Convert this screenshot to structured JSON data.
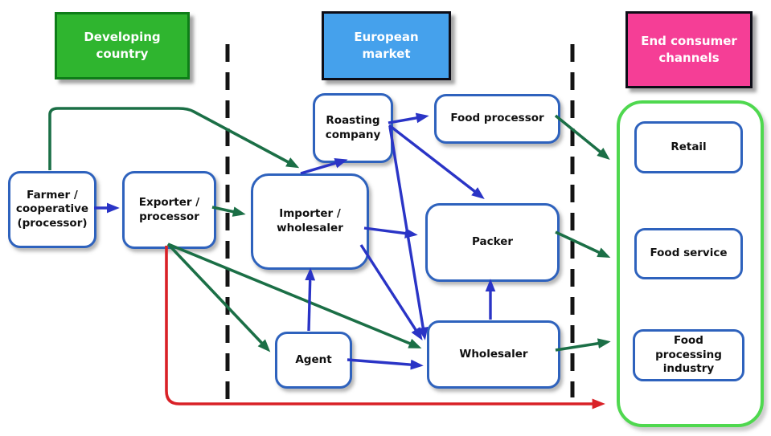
{
  "headers": {
    "developing": {
      "label": "Developing\ncountry",
      "fill": "#2fb52f",
      "border": "#0e7d18",
      "text_color": "#ffffff"
    },
    "european": {
      "label": "European\nmarket",
      "fill": "#45a1ec",
      "border": "#0d0d17",
      "text_color": "#ffffff"
    },
    "consumer": {
      "label": "End consumer\nchannels",
      "fill": "#f53e96",
      "border": "#0d0d17",
      "text_color": "#ffffff"
    }
  },
  "nodes": {
    "farmer": {
      "label": "Farmer /\ncooperative\n(processor)"
    },
    "exporter": {
      "label": "Exporter /\nprocessor"
    },
    "importer": {
      "label": "Importer /\nwholesaler"
    },
    "roasting": {
      "label": "Roasting\ncompany"
    },
    "food_processor": {
      "label": "Food processor"
    },
    "packer": {
      "label": "Packer"
    },
    "agent": {
      "label": "Agent"
    },
    "wholesaler": {
      "label": "Wholesaler"
    },
    "retail": {
      "label": "Retail"
    },
    "food_service": {
      "label": "Food service"
    },
    "food_processing_industry": {
      "label": "Food\nprocessing\nindustry"
    }
  },
  "colors": {
    "node_border": "#2e62bd",
    "flow_blue": "#2a34c6",
    "flow_green": "#1b6f46",
    "flow_red": "#d92127",
    "section_divider": "#141414",
    "consumer_container_border": "#4fd84f"
  },
  "edges": [
    {
      "from": "farmer",
      "to": "exporter",
      "color": "blue"
    },
    {
      "from": "farmer",
      "to": "importer",
      "color": "green"
    },
    {
      "from": "exporter",
      "to": "importer",
      "color": "green"
    },
    {
      "from": "exporter",
      "to": "agent",
      "color": "green"
    },
    {
      "from": "exporter",
      "to": "wholesaler",
      "color": "green"
    },
    {
      "from": "exporter",
      "to": "end_consumer_channels",
      "color": "red"
    },
    {
      "from": "importer",
      "to": "roasting",
      "color": "blue"
    },
    {
      "from": "importer",
      "to": "packer",
      "color": "blue"
    },
    {
      "from": "importer",
      "to": "wholesaler",
      "color": "blue"
    },
    {
      "from": "roasting",
      "to": "food_processor",
      "color": "blue"
    },
    {
      "from": "roasting",
      "to": "packer",
      "color": "blue"
    },
    {
      "from": "roasting",
      "to": "wholesaler",
      "color": "blue"
    },
    {
      "from": "agent",
      "to": "importer",
      "color": "blue"
    },
    {
      "from": "agent",
      "to": "wholesaler",
      "color": "blue"
    },
    {
      "from": "wholesaler",
      "to": "packer",
      "color": "blue"
    },
    {
      "from": "food_processor",
      "to": "retail",
      "color": "green"
    },
    {
      "from": "packer",
      "to": "food_service",
      "color": "green"
    },
    {
      "from": "wholesaler",
      "to": "food_processing_industry",
      "color": "green"
    }
  ]
}
